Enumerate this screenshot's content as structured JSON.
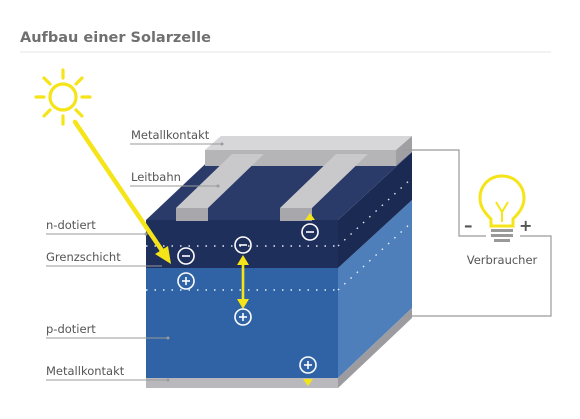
{
  "title": "Aufbau einer Solarzelle",
  "labels": {
    "metal_top": "Metallkontakt",
    "leitbahn": "Leitbahn",
    "n_doped": "n-dotiert",
    "junction": "Grenzschicht",
    "p_doped": "p-dotiert",
    "metal_bottom": "Metallkontakt",
    "consumer": "Verbraucher",
    "minus_terminal": "–",
    "plus_terminal": "+"
  },
  "colors": {
    "sun": "#f5e418",
    "n_layer_front": "#1e2f5c",
    "n_layer_top": "#2a3b69",
    "p_layer_front": "#2f63a5",
    "p_layer_side": "#4f7fba",
    "metal": "#b9b9bd",
    "electron_path": "#f5e418",
    "wire": "#9a9a9a",
    "label_text": "#555555"
  },
  "icons": {
    "sun": "sun-icon",
    "light_ray": "light-ray-arrow",
    "bulb": "light-bulb-icon",
    "electron": "minus-circle-icon",
    "hole": "plus-circle-icon"
  }
}
